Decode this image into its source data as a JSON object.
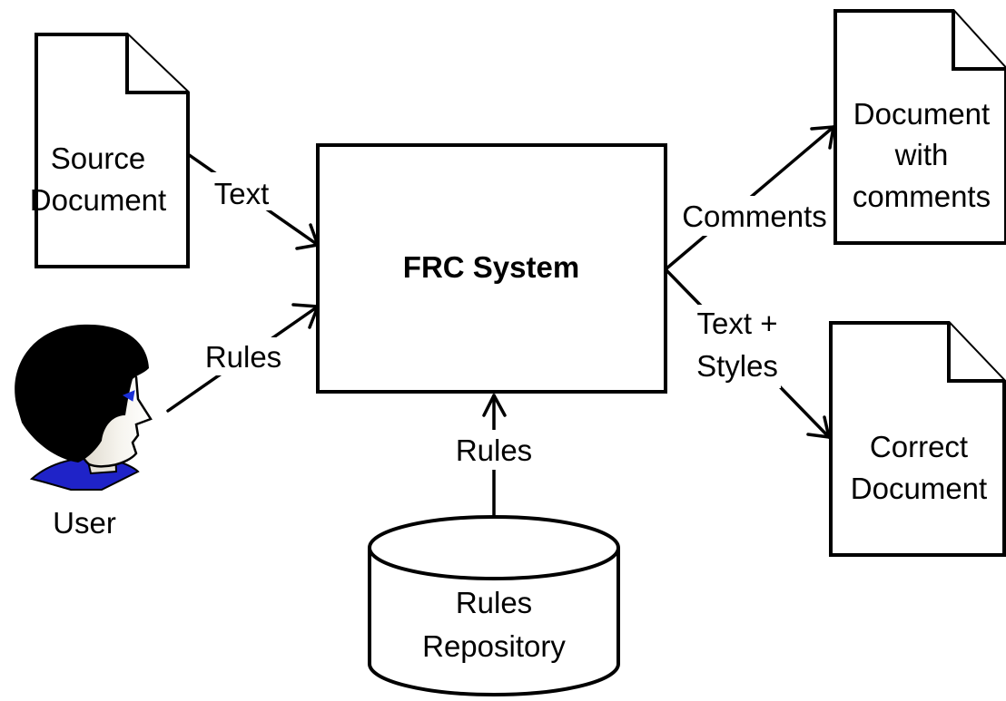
{
  "nodes": {
    "source_document": {
      "line1": "Source",
      "line2": "Document"
    },
    "frc_system": {
      "label": "FRC System"
    },
    "document_with_comments": {
      "line1": "Document",
      "line2": "with",
      "line3": "comments"
    },
    "correct_document": {
      "line1": "Correct",
      "line2": "Document"
    },
    "rules_repository": {
      "line1": "Rules",
      "line2": "Repository"
    },
    "user": {
      "label": "User"
    }
  },
  "edges": {
    "source_to_frc": "Text",
    "user_to_frc": "Rules",
    "repository_to_frc": "Rules",
    "frc_to_commented": "Comments",
    "frc_to_correct_line1": "Text +",
    "frc_to_correct_line2": "Styles"
  },
  "colors": {
    "stroke": "#000000",
    "background": "#ffffff",
    "user_hair": "#000000",
    "user_shirt": "#1f23c8",
    "user_eye": "#1a2fd6",
    "user_skin": "#f4f1ea"
  }
}
